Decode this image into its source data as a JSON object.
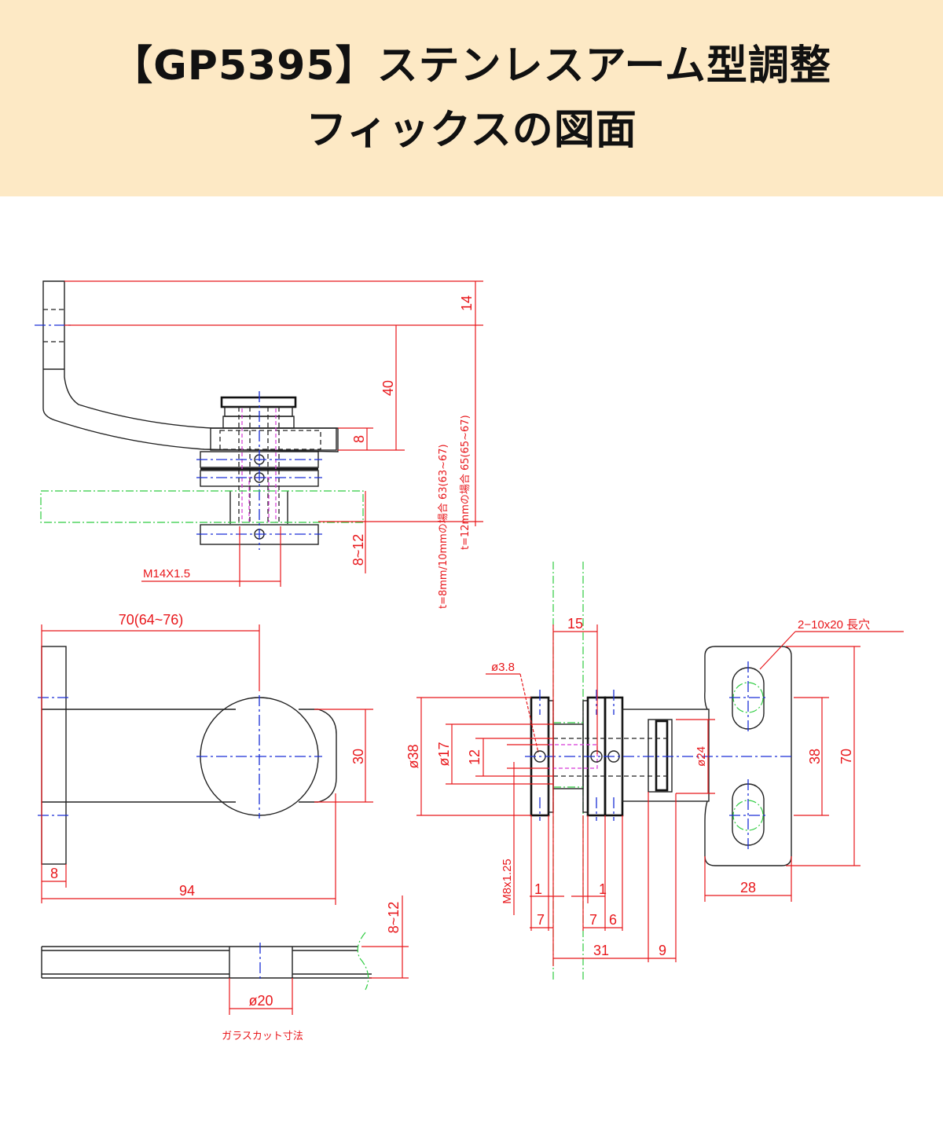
{
  "header": {
    "title_line1": "【GP5395】ステンレスアーム型調整",
    "title_line2": "フィックスの図面",
    "background_color": "#fde9c5"
  },
  "colors": {
    "outline": "#222222",
    "dimension": "#e8171b",
    "centerline": "#1a2fd6",
    "glass": "#2ecc40",
    "thread": "#d63ad6"
  },
  "side_view": {
    "dim_top": "14",
    "dim_arm_drop": "40",
    "dim_plate": "8",
    "dim_glass": "8~12",
    "thread_label": "M14X1.5",
    "note_line1": "t=8mm/10mmの場合 63(63~67)",
    "note_line2": "t=12mmの場合 65(65~67)"
  },
  "plan_view": {
    "dim_reach": "70(64~76)",
    "dim_width": "30",
    "dim_base": "8",
    "dim_total": "94"
  },
  "glass_cut": {
    "dim_hole": "ø20",
    "dim_thickness": "8~12",
    "caption": "ガラスカット寸法"
  },
  "bracket_view": {
    "dim_gap": "15",
    "dim_pin": "ø3.8",
    "dim_d38": "ø38",
    "dim_d17": "ø17",
    "dim_12": "12",
    "dim_d24": "ø24",
    "dim_thread": "M8x1.25",
    "dim_1a": "1",
    "dim_1b": "1",
    "dim_7a": "7",
    "dim_7b": "7",
    "dim_6": "6",
    "dim_31": "31",
    "dim_9": "9",
    "dim_slot_label": "2−10x20 長穴",
    "dim_slot_pitch": "38",
    "dim_plate_height": "70",
    "dim_plate_width": "28"
  }
}
